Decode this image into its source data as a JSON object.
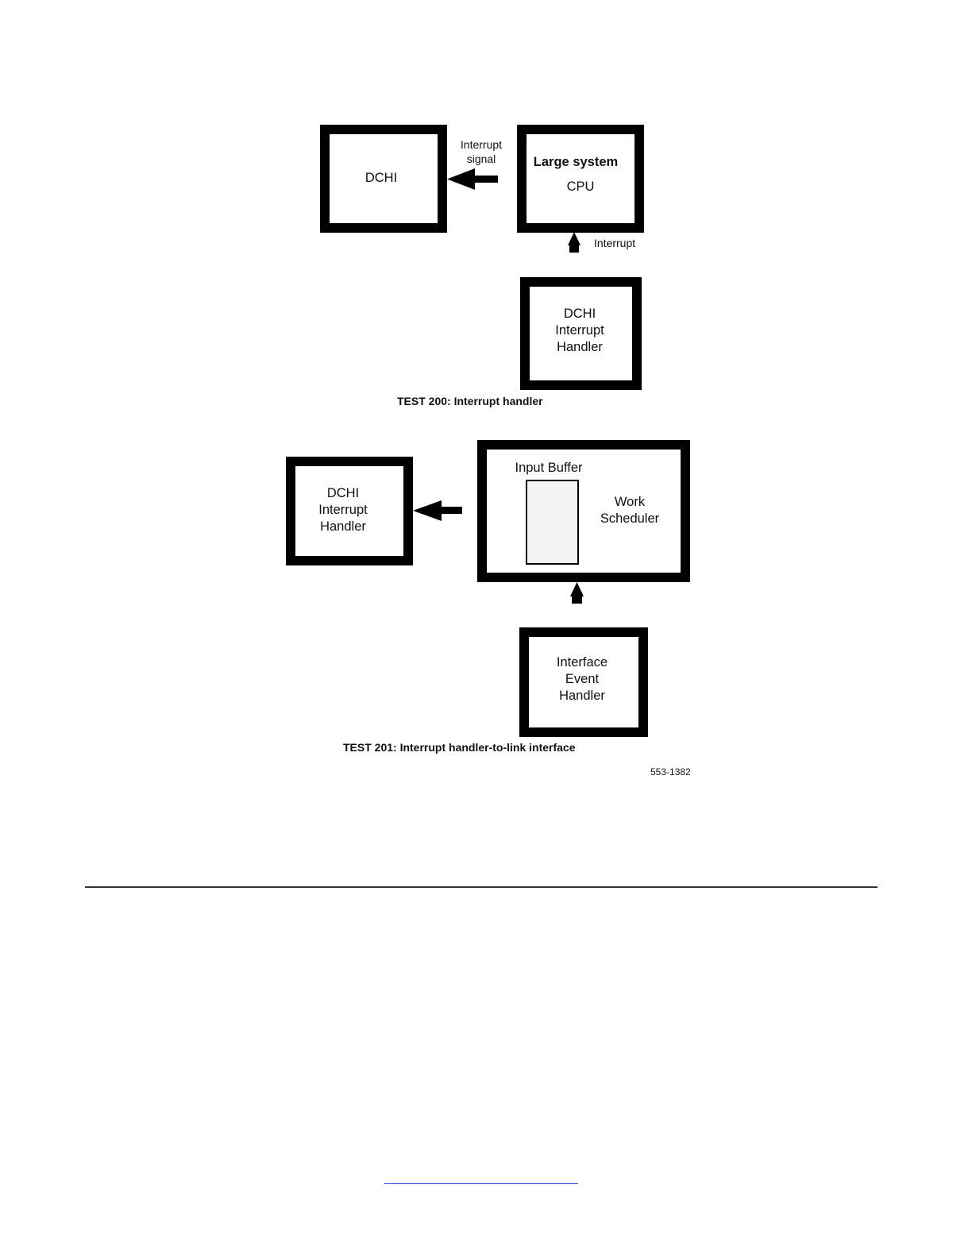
{
  "test200": {
    "dchi_box": {
      "label": "DCHI"
    },
    "cpu_box": {
      "title": "Large system",
      "label": "CPU"
    },
    "handler_box": {
      "lines": [
        "DCHI",
        "Interrupt",
        "Handler"
      ]
    },
    "signal_label": {
      "lines": [
        "Interrupt",
        "signal"
      ]
    },
    "interrupt_label": "Interrupt",
    "caption": "TEST 200:  Interrupt handler"
  },
  "test201": {
    "handler_box": {
      "lines": [
        "DCHI",
        "Interrupt",
        "Handler"
      ]
    },
    "scheduler_box": {
      "buffer_label": "Input Buffer",
      "lines": [
        "Work",
        "Scheduler"
      ]
    },
    "event_box": {
      "lines": [
        "Interface",
        "Event",
        "Handler"
      ]
    },
    "caption": "TEST 201:  Interrupt handler-to-link interface"
  },
  "figure_id": "553-1382"
}
